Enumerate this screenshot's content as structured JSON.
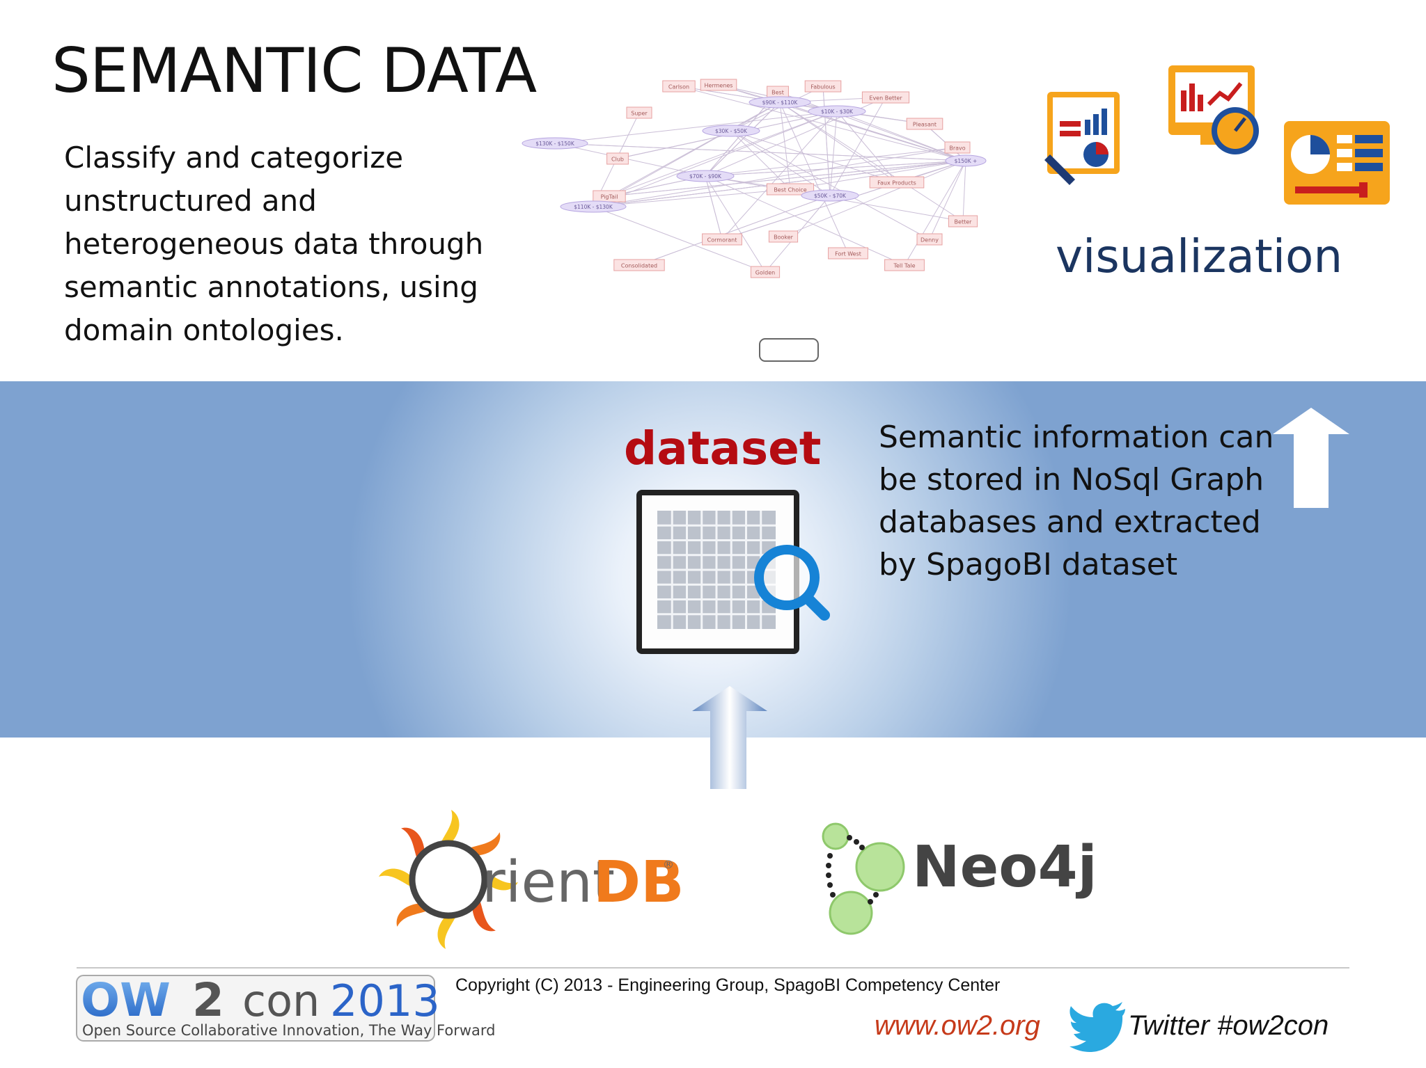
{
  "slide": {
    "title": "SEMANTIC DATA",
    "intro_lines": [
      "Classify and categorize",
      "unstructured and",
      "heterogeneous data through",
      "semantic annotations, using",
      "domain ontologies."
    ],
    "visualization_label": "visualization",
    "dataset_label": "dataset",
    "semantic_lines": [
      "Semantic information can",
      "be stored in NoSql Graph",
      "databases and extracted",
      "by SpagoBI dataset"
    ]
  },
  "graph": {
    "rect_nodes": [
      "Carlson",
      "Hermenes",
      "Best",
      "Fabulous",
      "Even Better",
      "Super",
      "Pleasant",
      "Bravo",
      "Club",
      "Best Choice",
      "Faux Products",
      "PigTail",
      "Better",
      "Cormorant",
      "Booker",
      "Denny",
      "Fort West",
      "Consolidated",
      "Golden",
      "Tell Tale"
    ],
    "ellipse_nodes": [
      "$90K - $110K",
      "$10K - $30K",
      "$30K - $50K",
      "$130K - $150K",
      "$150K +",
      "$70K - $90K",
      "$50K - $70K",
      "$110K - $130K"
    ]
  },
  "logos": {
    "orientdb": {
      "prefix": "O",
      "rest": "rient",
      "db": "DB",
      "reg": "®"
    },
    "neo4j": "Neo4j",
    "ow2con": {
      "ow": "OW",
      "two": "2",
      "con": "con",
      "year": "2013",
      "tagline": "Open Source Collaborative Innovation, The Way Forward"
    }
  },
  "footer": {
    "copyright": "Copyright (C) 2013 - Engineering Group, SpagoBI Competency Center",
    "url": "www.ow2.org",
    "twitter": "Twitter #ow2con"
  },
  "colors": {
    "title": "#111111",
    "visualization": "#1b3560",
    "dataset": "#b50c12",
    "url": "#c63a1a",
    "band_edge": "#7ea2d0",
    "twitter_blue": "#2aa9e0",
    "icon_orange": "#f6a41c",
    "orientdb_orange": "#f07a1c",
    "neo4j_green": "#b8e39a"
  }
}
